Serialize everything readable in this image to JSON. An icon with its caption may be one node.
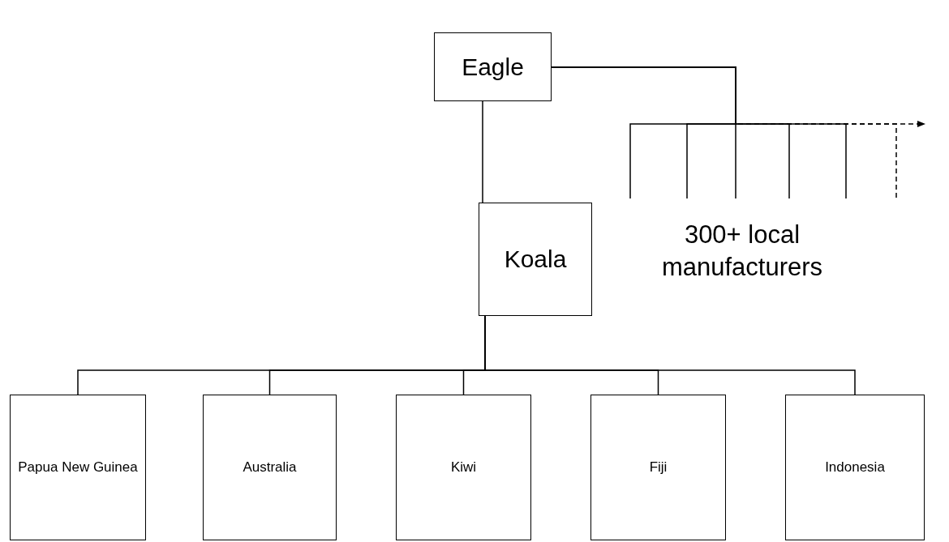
{
  "diagram": {
    "nodes": [
      {
        "text": [
          "Eagle"
        ]
      },
      {
        "text": [
          "Koala"
        ]
      },
      {
        "text": [
          "Papua New Guinea"
        ]
      },
      {
        "text": [
          "Australia"
        ]
      },
      {
        "text": [
          "Kiwi"
        ]
      },
      {
        "text": [
          "Fiji"
        ]
      },
      {
        "text": [
          "Indonesia"
        ]
      }
    ],
    "edges": [
      {
        "from": 0,
        "to": 1,
        "arrow": "none"
      },
      {
        "from": 1,
        "to": 2,
        "arrow": "none"
      },
      {
        "from": 1,
        "to": 3,
        "arrow": "none"
      },
      {
        "from": 1,
        "to": 4,
        "arrow": "none"
      },
      {
        "from": 1,
        "to": 5,
        "arrow": "none"
      },
      {
        "from": 1,
        "to": 6,
        "arrow": "none"
      },
      {
        "from": 0,
        "to": null,
        "arrow": "none"
      },
      {
        "from": 0,
        "to": null,
        "arrow": "none"
      },
      {
        "from": 0,
        "to": null,
        "arrow": "none"
      },
      {
        "from": 0,
        "to": null,
        "arrow": "none"
      },
      {
        "from": 0,
        "to": null,
        "arrow": "none"
      },
      {
        "from": 0,
        "to": null,
        "arrow": "none",
        "style": "dashed"
      },
      {
        "from": 0,
        "to": null,
        "arrow": "to",
        "style": "dashed"
      }
    ],
    "labels": [
      "300+ local manufacturers"
    ]
  }
}
